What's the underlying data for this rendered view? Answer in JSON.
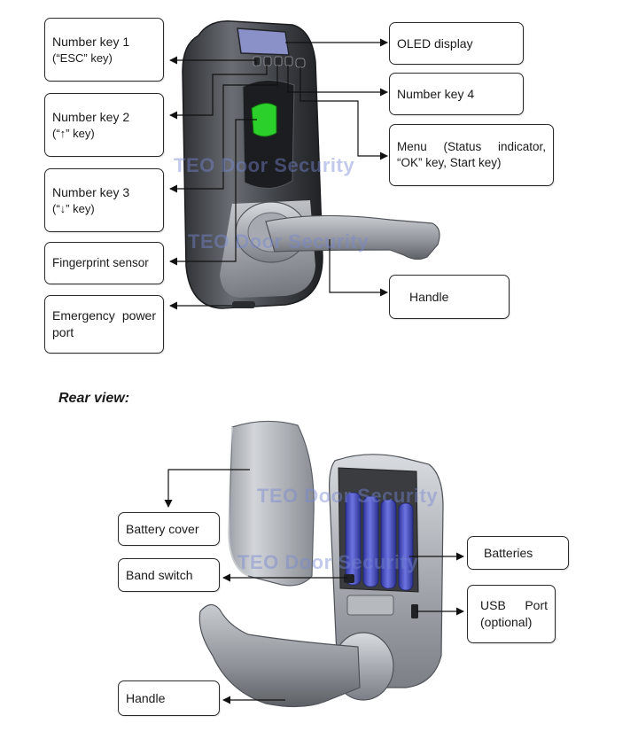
{
  "front": {
    "labels": {
      "number_key_1": [
        "Number key 1",
        "(“ESC” key)"
      ],
      "number_key_2": [
        "Number key 2",
        "(“↑” key)"
      ],
      "number_key_3": [
        "Number key 3",
        "(“↓” key)"
      ],
      "fingerprint_sensor": [
        "Fingerprint sensor"
      ],
      "emergency_power_port": [
        "Emergency power",
        "port"
      ],
      "oled_display": [
        "OLED display"
      ],
      "number_key_4": [
        "Number key 4"
      ],
      "menu": [
        "Menu (Status indicator,",
        "“OK” key, Start key)"
      ],
      "handle": [
        "Handle"
      ]
    }
  },
  "rear": {
    "title": "Rear view:",
    "labels": {
      "battery_cover": "Battery cover",
      "band_switch": "Band switch",
      "handle": "Handle",
      "batteries": "Batteries",
      "usb_port": [
        "USB Port",
        "(optional)"
      ]
    }
  },
  "watermark": "TEO Door Security",
  "colors": {
    "lock_body": "#4a4d52",
    "lock_silver": "#b9bdc2",
    "fingerprint_sensor": "#2bd02b",
    "oled_screen": "#8a90c8",
    "batteries": "#4a52c4",
    "watermark": "#7887d2"
  }
}
